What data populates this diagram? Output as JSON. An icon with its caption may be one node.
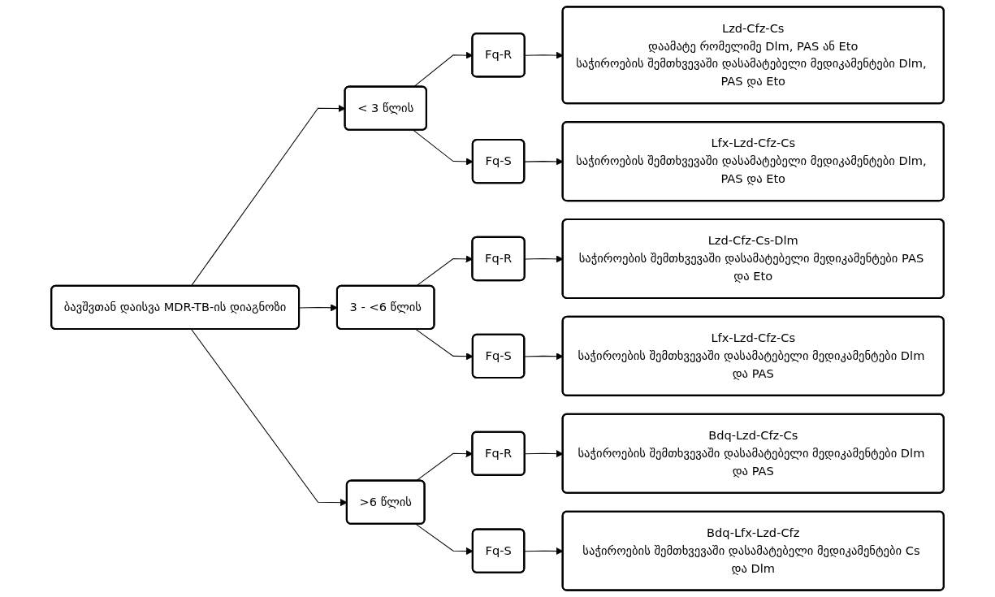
{
  "diagram": {
    "nodes": [
      {
        "text": [
          "ბავშვთან დაისვა MDR-TB-ის დიაგნოზი"
        ]
      },
      {
        "text": [
          "< 3 წლის"
        ]
      },
      {
        "text": [
          "Fq-R"
        ]
      },
      {
        "text": [
          "Lzd-Cfz-Cs",
          "დაამატე რომელიმე Dlm, PAS ან Eto",
          "საჭიროების შემთხვევაში დასამატებელი მედიკამენტები Dlm, PAS და Eto"
        ]
      },
      {
        "text": [
          "Fq-S"
        ]
      },
      {
        "text": [
          "Lfx-Lzd-Cfz-Cs",
          "საჭიროების შემთხვევაში დასამატებელი მედიკამენტები Dlm, PAS და Eto"
        ]
      },
      {
        "text": [
          "3 - <6 წლის"
        ]
      },
      {
        "text": [
          "Fq-R"
        ]
      },
      {
        "text": [
          "Lzd-Cfz-Cs-Dlm",
          "საჭიროების შემთხვევაში დასამატებელი მედიკამენტები PAS და Eto"
        ]
      },
      {
        "text": [
          "Fq-S"
        ]
      },
      {
        "text": [
          "Lfx-Lzd-Cfz-Cs",
          "საჭიროების შემთხვევაში დასამატებელი მედიკამენტები Dlm და PAS"
        ]
      },
      {
        "text": [
          ">6 წლის"
        ]
      },
      {
        "text": [
          "Fq-R"
        ]
      },
      {
        "text": [
          "Bdq-Lzd-Cfz-Cs",
          "საჭიროების შემთხვევაში დასამატებელი მედიკამენტები Dlm და PAS"
        ]
      },
      {
        "text": [
          "Fq-S"
        ]
      },
      {
        "text": [
          "Bdq-Lfx-Lzd-Cfz",
          "საჭიროების შემთხვევაში დასამატებელი მედიკამენტები Cs და Dlm"
        ]
      }
    ],
    "edges": [
      {
        "from": 0,
        "to": 1,
        "arrow": "to"
      },
      {
        "from": 0,
        "to": 6,
        "arrow": "to"
      },
      {
        "from": 0,
        "to": 11,
        "arrow": "to"
      },
      {
        "from": 1,
        "to": 2,
        "arrow": "to"
      },
      {
        "from": 1,
        "to": 4,
        "arrow": "to"
      },
      {
        "from": 2,
        "to": 3,
        "arrow": "to"
      },
      {
        "from": 4,
        "to": 5,
        "arrow": "to"
      },
      {
        "from": 6,
        "to": 7,
        "arrow": "to"
      },
      {
        "from": 6,
        "to": 9,
        "arrow": "to"
      },
      {
        "from": 7,
        "to": 8,
        "arrow": "to"
      },
      {
        "from": 9,
        "to": 10,
        "arrow": "to"
      },
      {
        "from": 11,
        "to": 12,
        "arrow": "to"
      },
      {
        "from": 11,
        "to": 14,
        "arrow": "to"
      },
      {
        "from": 12,
        "to": 13,
        "arrow": "to"
      },
      {
        "from": 14,
        "to": 15,
        "arrow": "to"
      }
    ]
  }
}
